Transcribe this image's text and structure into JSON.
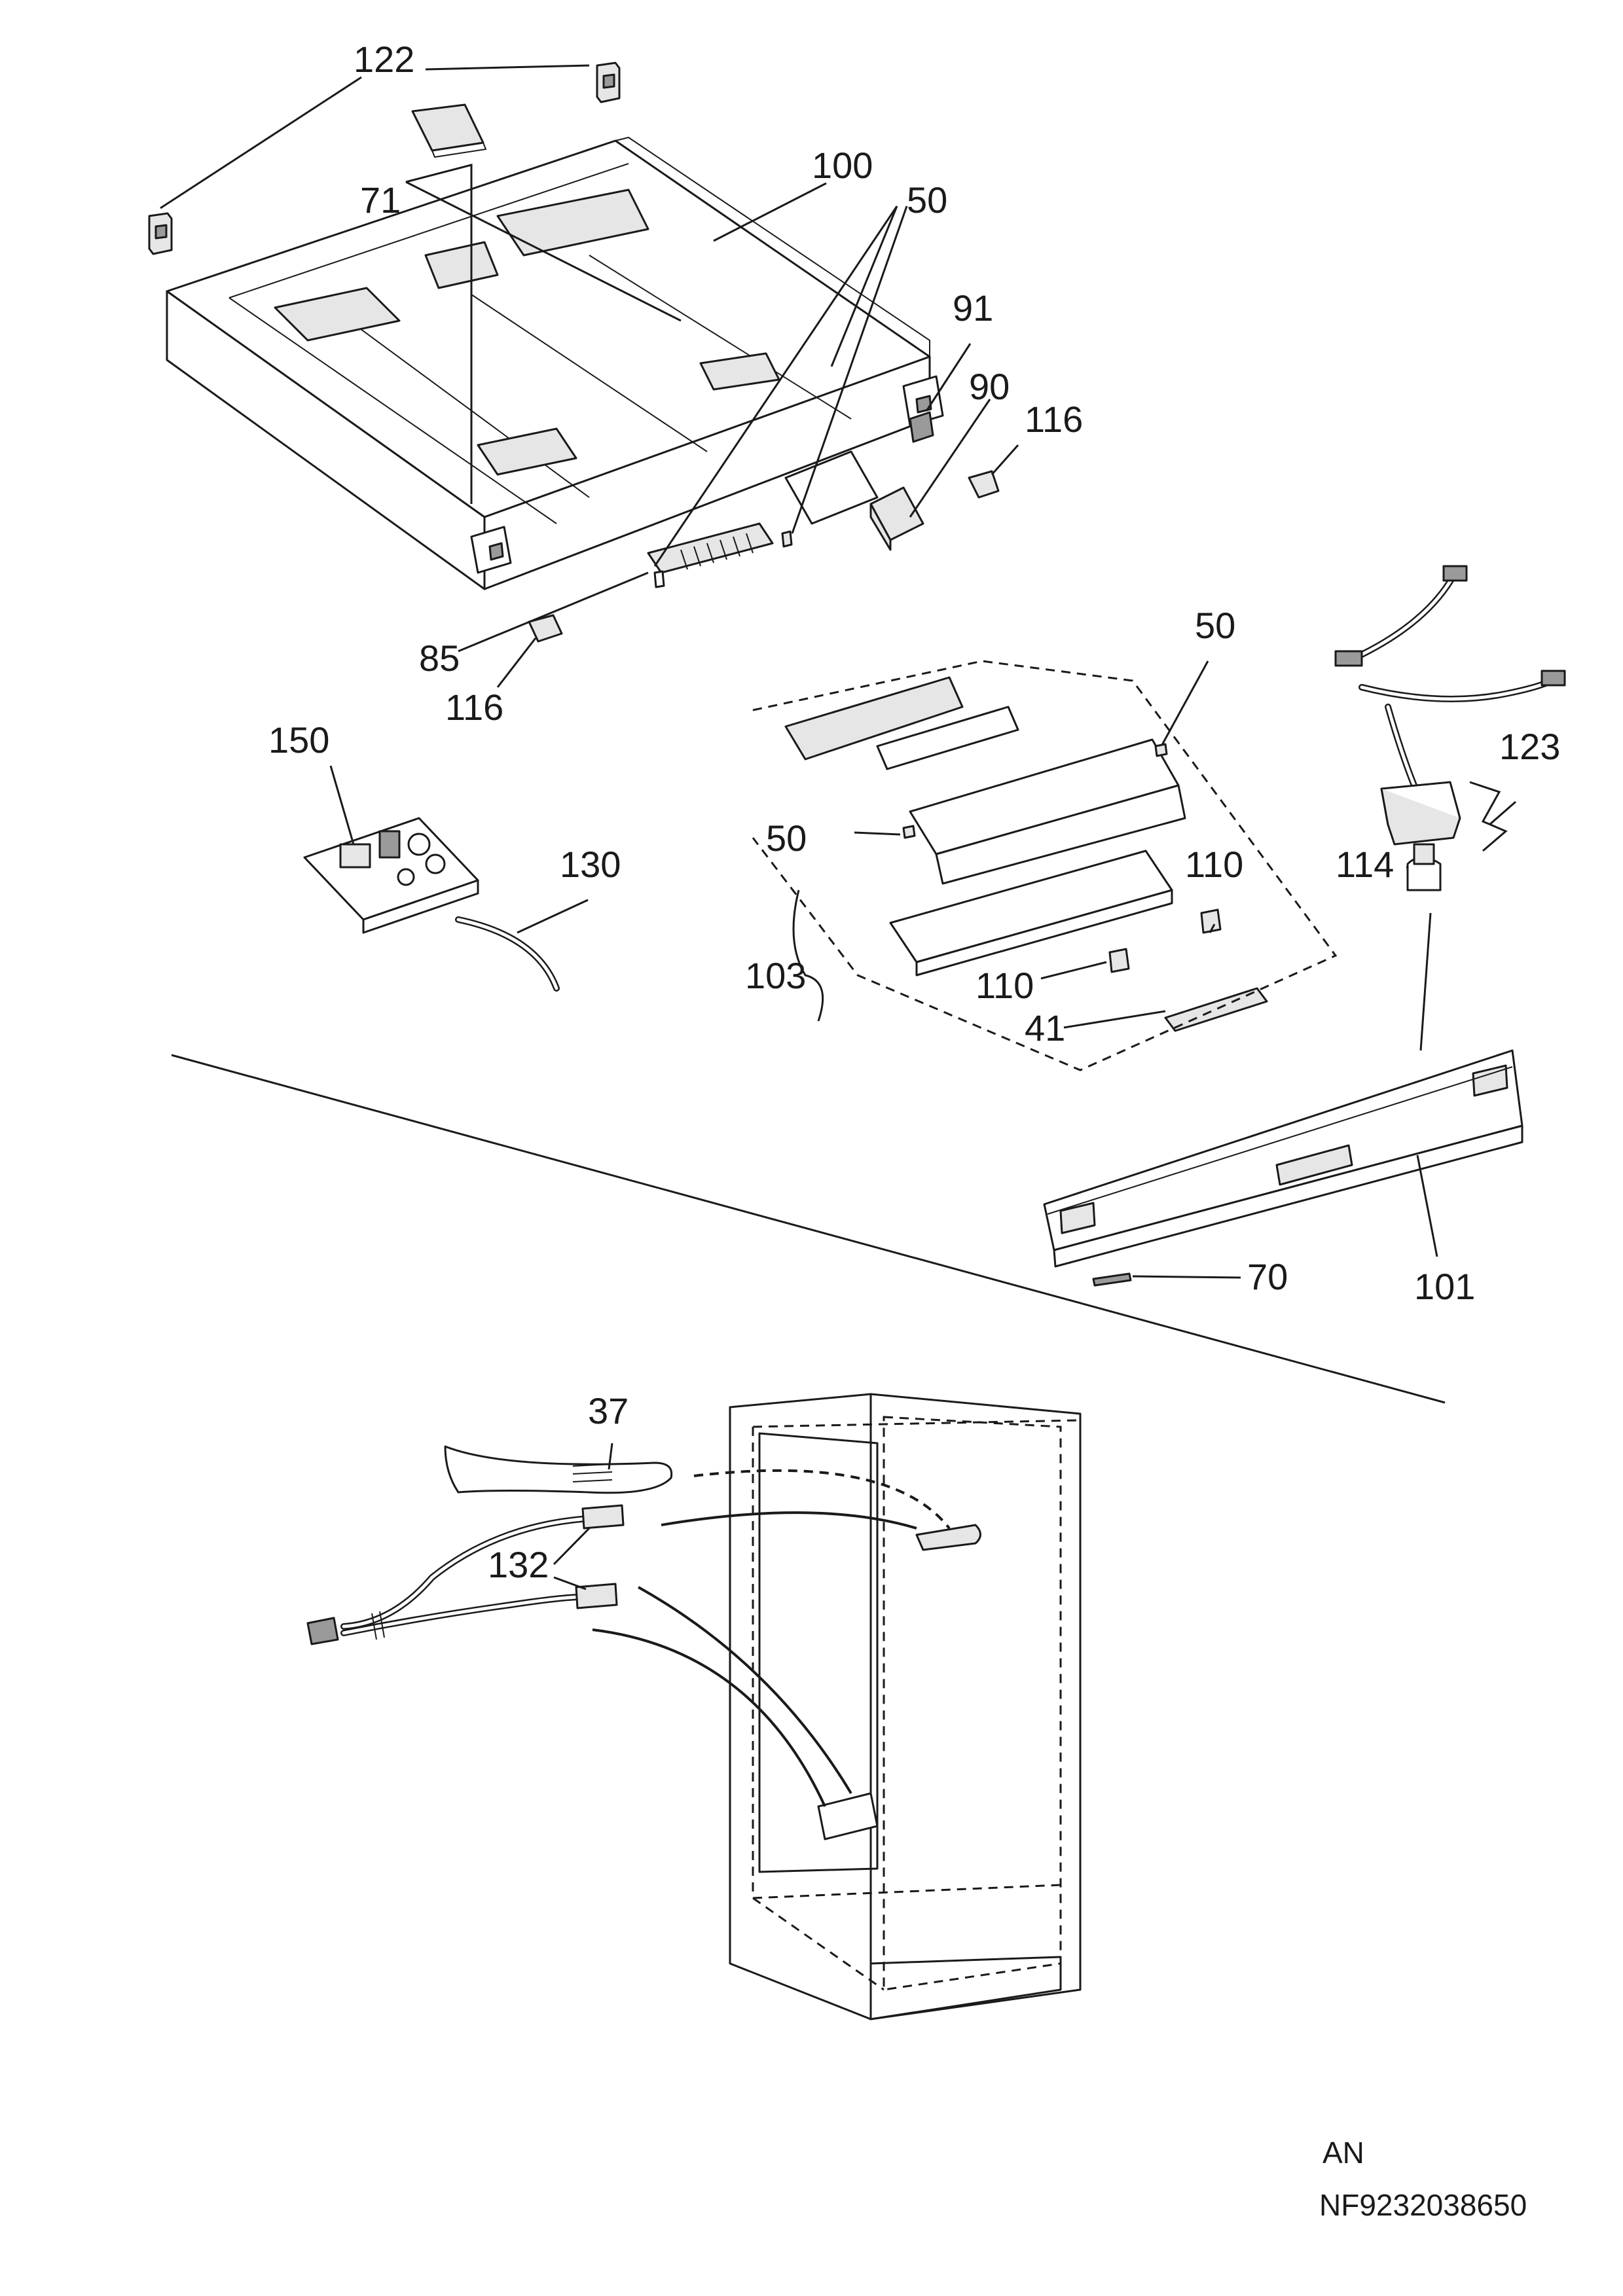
{
  "callouts": [
    {
      "id": "c122",
      "text": "122"
    },
    {
      "id": "c71",
      "text": "71"
    },
    {
      "id": "c100",
      "text": "100"
    },
    {
      "id": "c50a",
      "text": "50"
    },
    {
      "id": "c91",
      "text": "91"
    },
    {
      "id": "c90",
      "text": "90"
    },
    {
      "id": "c116a",
      "text": "116"
    },
    {
      "id": "c85",
      "text": "85"
    },
    {
      "id": "c116b",
      "text": "116"
    },
    {
      "id": "c50b",
      "text": "50"
    },
    {
      "id": "c123",
      "text": "123"
    },
    {
      "id": "c150",
      "text": "150"
    },
    {
      "id": "c114",
      "text": "114"
    },
    {
      "id": "c50c",
      "text": "50"
    },
    {
      "id": "c130",
      "text": "130"
    },
    {
      "id": "c110a",
      "text": "110"
    },
    {
      "id": "c103",
      "text": "103"
    },
    {
      "id": "c110b",
      "text": "110"
    },
    {
      "id": "c41",
      "text": "41"
    },
    {
      "id": "c70",
      "text": "70"
    },
    {
      "id": "c101",
      "text": "101"
    },
    {
      "id": "c37",
      "text": "37"
    },
    {
      "id": "c132",
      "text": "132"
    }
  ],
  "footer": {
    "variant_code": "AN",
    "drawing_number": "NF9232038650"
  }
}
